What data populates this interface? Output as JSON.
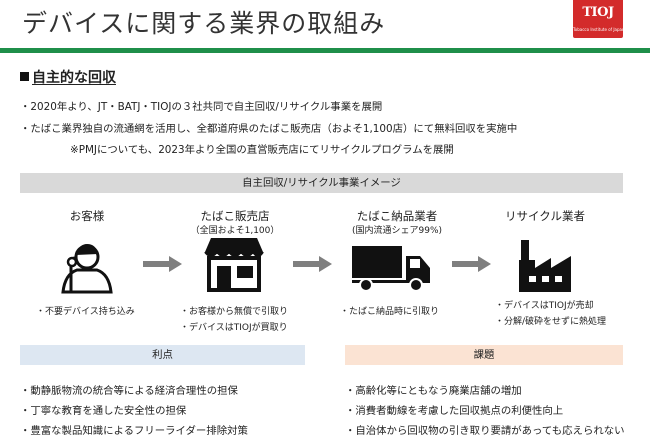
{
  "header": {
    "title": "デバイスに関する業界の取組み",
    "logo_mark": "TIOJ",
    "logo_sub": "Tobacco Institute of Japan"
  },
  "section": {
    "title": "自主的な回収",
    "bullets": [
      "・2020年より、JT・BATJ・TIOJの３社共同で自主回収/リサイクル事業を展開",
      "・たばこ業界独自の流通網を活用し、全都道府県のたばこ販売店（およそ1,100店）にて無料回収を実施中",
      "※PMJについても、2023年より全国の直営販売店にてリサイクルプログラムを展開"
    ]
  },
  "flow": {
    "heading": "自主回収/リサイクル事業イメージ",
    "steps": [
      {
        "title": "お客様",
        "sub": "",
        "icon": "customer-icon",
        "notes": [
          "・不要デバイス持ち込み"
        ]
      },
      {
        "title": "たばこ販売店",
        "sub": "（全国およそ1,100）",
        "icon": "shop-icon",
        "notes": [
          "・お客様から無償で引取り",
          "・デバイスはTIOJが買取り"
        ]
      },
      {
        "title": "たばこ納品業者",
        "sub": "(国内流通シェア99%)",
        "icon": "truck-icon",
        "notes": [
          "・たばこ納品時に引取り"
        ]
      },
      {
        "title": "リサイクル業者",
        "sub": "",
        "icon": "factory-icon",
        "notes": [
          "・デバイスはTIOJが売却",
          "・分解/破砕をせずに熱処理"
        ]
      }
    ]
  },
  "merits": {
    "heading": "利点",
    "items": [
      "・動静脈物流の統合等による経済合理性の担保",
      "・丁寧な教育を通した安全性の担保",
      "・豊富な製品知識によるフリーライダー排除対策"
    ]
  },
  "issues": {
    "heading": "課題",
    "items": [
      "・高齢化等にともなう廃業店舗の増加",
      "・消費者動線を考慮した回収拠点の利便性向上",
      "・自治体から回収物の引き取り要請があっても応えられない"
    ]
  },
  "colors": {
    "accent_green": "#1f8f4a",
    "logo_red": "#d32b2b",
    "arrow_grey": "#7f7f7f"
  }
}
